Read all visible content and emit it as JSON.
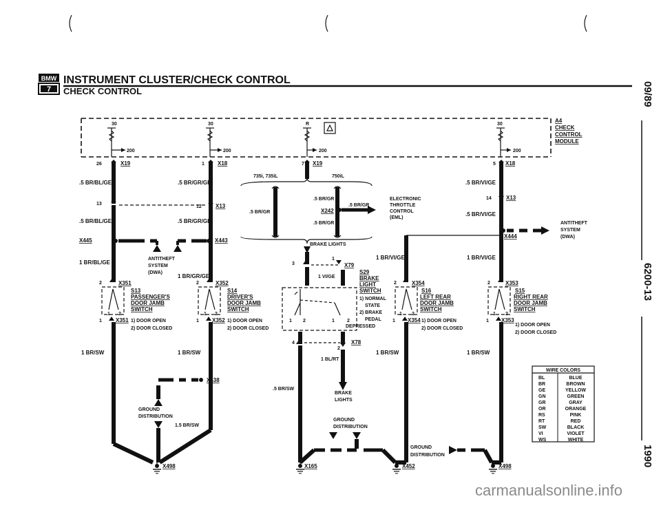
{
  "header": {
    "logo_text": "BMW",
    "logo_series": "7",
    "title": "INSTRUMENT CLUSTER/CHECK CONTROL",
    "subtitle": "CHECK CONTROL"
  },
  "side": {
    "code": "09/89",
    "group": "6200-13",
    "year": "1990"
  },
  "watermark": "carmanualsonline.info",
  "module": {
    "code": "A4",
    "line1": "CHECK",
    "line2": "CONTROL",
    "line3": "MODULE"
  },
  "pins": {
    "p30a": "30",
    "p30b": "30",
    "pR": "R",
    "p30c": "30",
    "p200a": "200",
    "p200b": "200",
    "p200c": "200",
    "p200d": "200",
    "p26": "26",
    "p1a": "1",
    "p7": "7",
    "p5": "5",
    "p13a": "13",
    "p12": "12",
    "p14": "14",
    "p2a": "2",
    "p1b": "1",
    "p2b": "2",
    "p1c": "1",
    "p2c": "2",
    "p1d": "1",
    "p2d": "2",
    "p1e": "1",
    "p3": "3",
    "p1f": "1",
    "p4": "4",
    "p2e": "2",
    "sw1": "1",
    "sw2": "2",
    "sw3": "1",
    "sw4": "2",
    "sw5": "1",
    "sw6": "2",
    "sw7": "1",
    "sw8": "2",
    "sw9": "1",
    "sw10": "2",
    "sw11": "1",
    "sw12": "2"
  },
  "connectors": {
    "x19a": "X19",
    "x18a": "X18",
    "x19b": "X19",
    "x18b": "X18",
    "x13a": "X13",
    "x13b": "X13",
    "x445": "X445",
    "x443": "X443",
    "x444": "X444",
    "x242": "X242",
    "x351a": "X351",
    "x351b": "X351",
    "x352a": "X352",
    "x352b": "X352",
    "x354a": "X354",
    "x354b": "X354",
    "x353a": "X353",
    "x353b": "X353",
    "x79": "X79",
    "x78": "X78",
    "x438": "X438",
    "x498a": "X498",
    "x165": "X165",
    "x452": "X452",
    "x498b": "X498"
  },
  "wires": {
    "w1": ".5 BR/BL/GE",
    "w2": ".5 BR/GR/GE",
    "w3": ".5 BR/BL/GE",
    "w4": ".5 BR/GR/GE",
    "w5": "1 BR/BL/GE",
    "w6": "1 BR/GR/GE",
    "w7": "1 BR/SW",
    "w8": "1 BR/SW",
    "w9": "1.5 BR/SW",
    "w10": ".5 BR/VI/GE",
    "w11": ".5 BR/VI/GE",
    "w12": "1 BR/VI/GE",
    "w13": "1 BR/VI/GE",
    "w14": "1 BR/SW",
    "w15": "1 BR/SW",
    "w16": ".5 BR/GR",
    "w17": ".5 BR/GR",
    "w18": ".5 BR/GR",
    "w19": ".5 BR/GR",
    "w20": "1 VI/GE",
    "w21": "1 BL/RT",
    "w22": ".5 BR/SW"
  },
  "labels": {
    "model1": "735i, 735iL",
    "model2": "750iL",
    "eml1": "ELECTRONIC",
    "eml2": "THROTTLE",
    "eml3": "CONTROL",
    "eml4": "(EML)",
    "dwa_a1": "ANTITHEFT",
    "dwa_a2": "SYSTEM",
    "dwa_a3": "(DWA)",
    "dwa_b1": "ANTITHEFT",
    "dwa_b2": "SYSTEM",
    "dwa_b3": "(DWA)",
    "brake_lights_top": "BRAKE LIGHTS",
    "brake_lights1": "BRAKE",
    "brake_lights2": "LIGHTS",
    "gnd1a": "GROUND",
    "gnd1b": "DISTRIBUTION",
    "gnd2a": "GROUND",
    "gnd2b": "DISTRIBUTION",
    "gnd3a": "GROUND",
    "gnd3b": "DISTRIBUTION"
  },
  "switches": {
    "s13": {
      "code": "S13",
      "l1": "PASSENGER'S",
      "l2": "DOOR JAMB",
      "l3": "SWITCH",
      "n1": "1) DOOR OPEN",
      "n2": "2) DOOR CLOSED"
    },
    "s14": {
      "code": "S14",
      "l1": "DRIVER'S",
      "l2": "DOOR JAMB",
      "l3": "SWITCH",
      "n1": "1) DOOR OPEN",
      "n2": "2) DOOR CLOSED"
    },
    "s29": {
      "code": "S29",
      "l1": "BRAKE",
      "l2": "LIGHT",
      "l3": "SWITCH",
      "n1": "1) NORMAL",
      "n1b": "STATE",
      "n2": "2) BRAKE",
      "n2b": "PEDAL",
      "n2c": "DEPRESSED"
    },
    "s16": {
      "code": "S16",
      "l1": "LEFT REAR",
      "l2": "DOOR JAMB",
      "l3": "SWITCH",
      "n1": "1) DOOR OPEN",
      "n2": "2) DOOR CLOSED"
    },
    "s15": {
      "code": "S15",
      "l1": "RIGHT REAR",
      "l2": "DOOR JAMB",
      "l3": "SWITCH",
      "n1": "1) DOOR OPEN",
      "n2": "2) DOOR CLOSED"
    }
  },
  "wire_colors": {
    "title": "WIRE COLORS",
    "rows": [
      {
        "code": "BL",
        "name": "BLUE"
      },
      {
        "code": "BR",
        "name": "BROWN"
      },
      {
        "code": "GE",
        "name": "YELLOW"
      },
      {
        "code": "GN",
        "name": "GREEN"
      },
      {
        "code": "GR",
        "name": "GRAY"
      },
      {
        "code": "OR",
        "name": "ORANGE"
      },
      {
        "code": "RS",
        "name": "PINK"
      },
      {
        "code": "RT",
        "name": "RED"
      },
      {
        "code": "SW",
        "name": "BLACK"
      },
      {
        "code": "VI",
        "name": "VIOLET"
      },
      {
        "code": "WS",
        "name": "WHITE"
      }
    ]
  }
}
